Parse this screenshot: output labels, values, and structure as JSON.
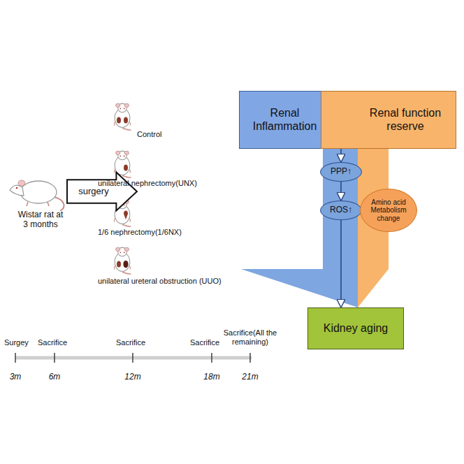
{
  "diagram": {
    "nodes": [
      {
        "text": [
          "surgery"
        ]
      },
      {
        "text": [
          "Renal Inflammation"
        ]
      },
      {
        "text": [
          "Renal function reserve"
        ]
      },
      {
        "text": [
          "PPP↑"
        ]
      },
      {
        "text": [
          "ROS↑"
        ]
      },
      {
        "text": [
          "Amino acid Metabolism change"
        ]
      },
      {
        "text": [
          "Kidney aging"
        ]
      }
    ],
    "edges": [
      {
        "from": 1,
        "to": 3,
        "arrow": "to"
      },
      {
        "from": 3,
        "to": 4,
        "arrow": "to"
      },
      {
        "from": 4,
        "to": 6,
        "arrow": "to"
      }
    ],
    "labels": [
      "Wistar rat at 3 months",
      "Control",
      "unilateral nephrectomy(UNX)",
      "1/6 nephrectomy(1/6NX)",
      "unilateral ureteral obstruction (UUO)",
      "Surgey",
      "Sacrifice",
      "Sacrifice",
      "Sacrifice",
      "Sacrifice(All the remaining)",
      "3m",
      "6m",
      "12m",
      "18m",
      "21m"
    ]
  }
}
